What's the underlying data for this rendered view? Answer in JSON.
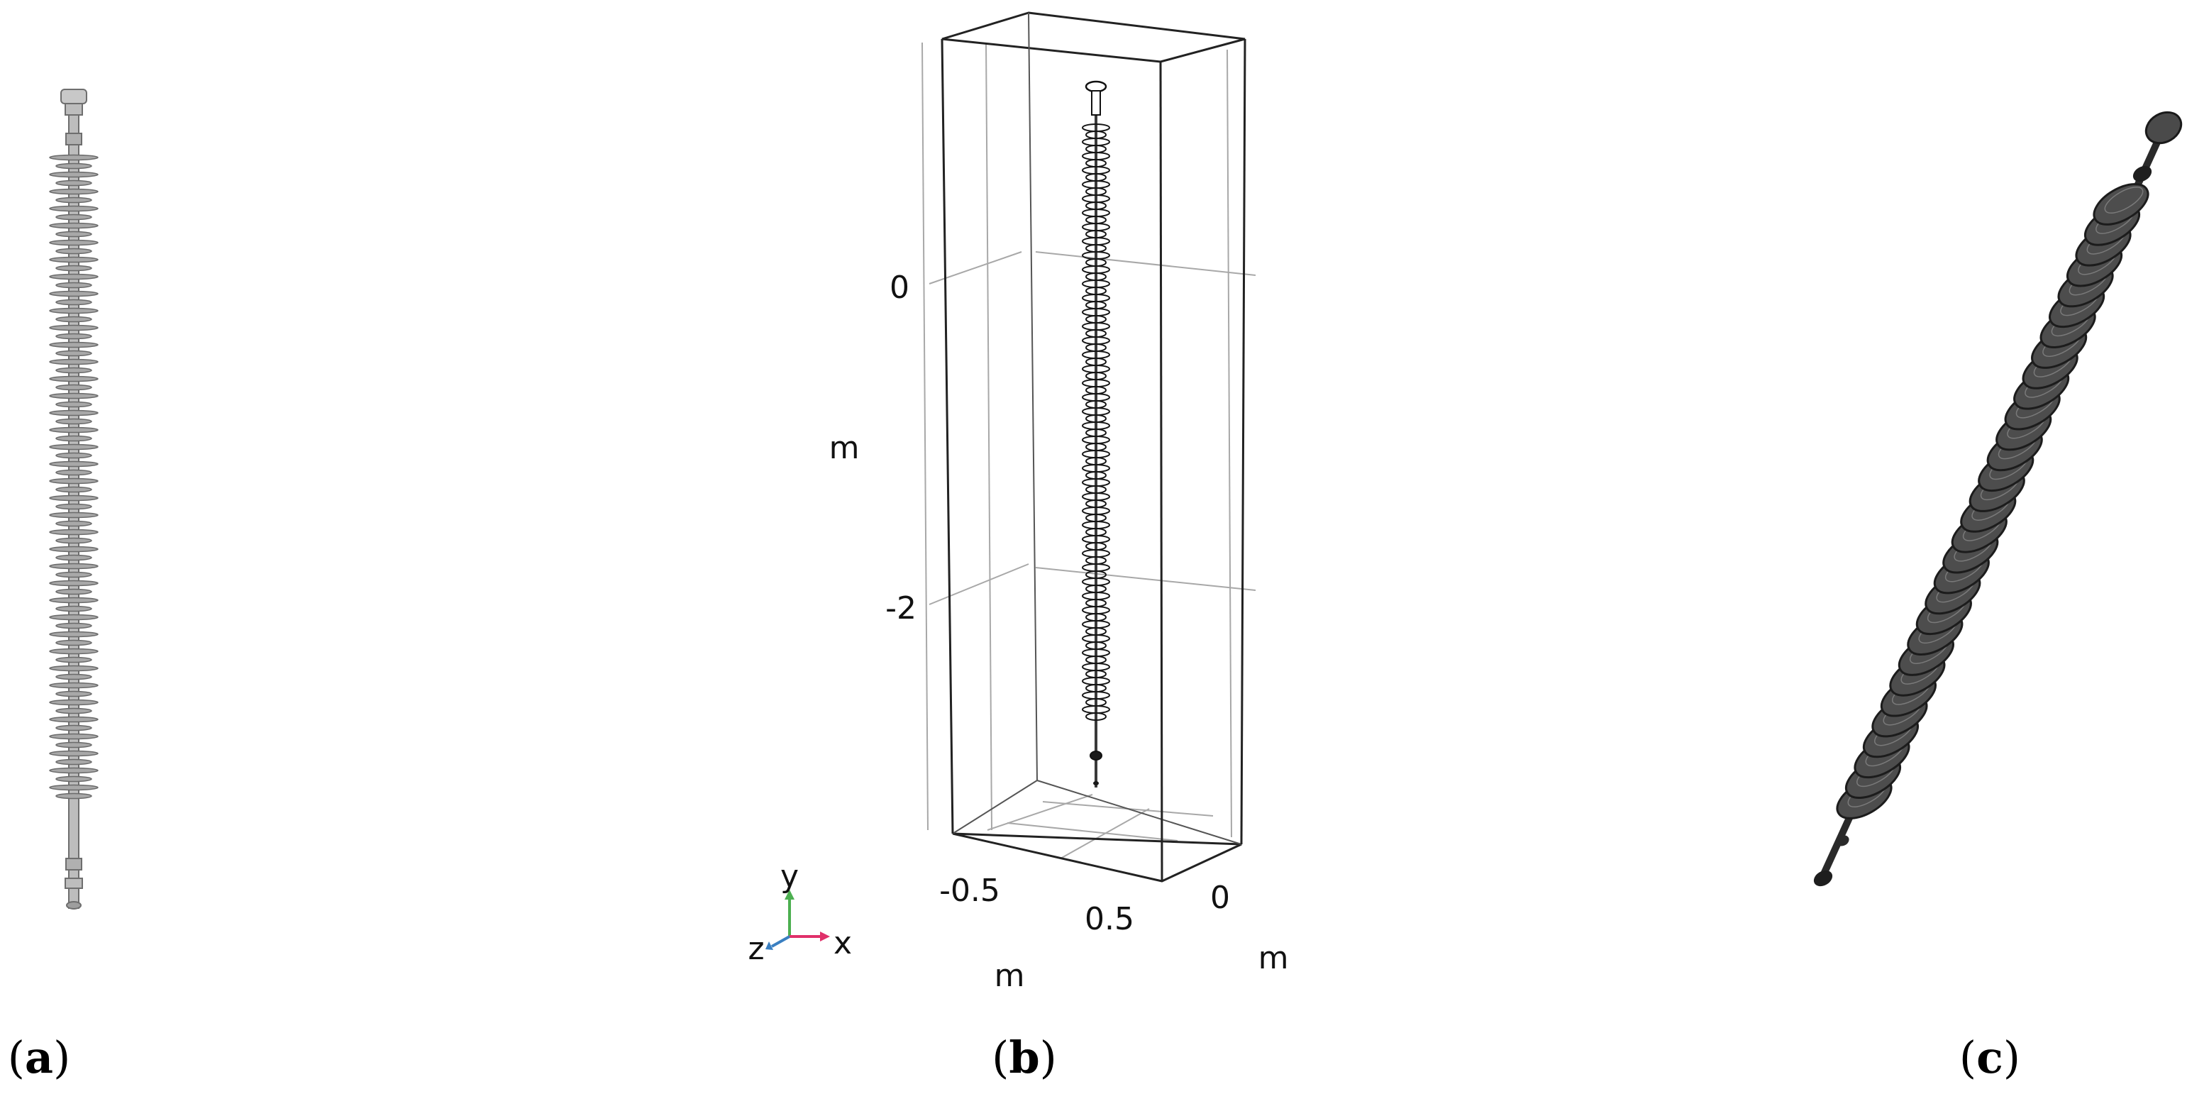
{
  "panels": [
    {
      "id": "a",
      "label_prefix": "(",
      "label_letter": "a",
      "label_suffix": ")"
    },
    {
      "id": "b",
      "label_prefix": "(",
      "label_letter": "b",
      "label_suffix": ")"
    },
    {
      "id": "c",
      "label_prefix": "(",
      "label_letter": "c",
      "label_suffix": ")"
    }
  ],
  "panel_b": {
    "y_ticks": [
      "0",
      "-2"
    ],
    "y_unit": "m",
    "x_ticks": [
      "-0.5",
      "0.5"
    ],
    "x_unit": "m",
    "z_ticks": [
      "0"
    ],
    "z_unit": "m",
    "triad": {
      "y": "y",
      "x": "x",
      "z": "z"
    }
  },
  "colors": {
    "insulator_gray": "#9a9a9a",
    "insulator_dark": "#3a3a3a",
    "box_line": "#222222",
    "grid_line": "#a8a8a8",
    "triad_y": "#4caf50",
    "triad_x": "#e0306a",
    "triad_z": "#3a7fc1"
  }
}
